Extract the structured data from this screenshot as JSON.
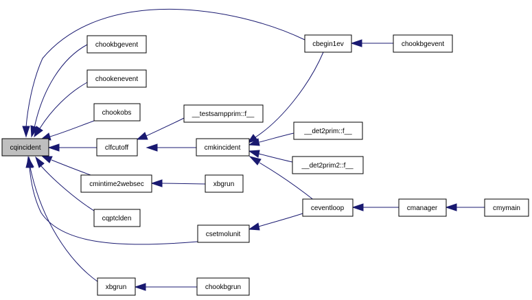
{
  "graph": {
    "edge_color": "#191970",
    "root_fill": "#bfbfbf",
    "nodes": {
      "cqincident": "cqincident",
      "chookbgevent_a": "chookbgevent",
      "chookenevent": "chookenevent",
      "chookobs": "chookobs",
      "clfcutoff": "clfcutoff",
      "cmintime2websec": "cmintime2websec",
      "cqptclden": "cqptclden",
      "xbgrun_a": "xbgrun",
      "testsampprim": "__testsampprim::f__",
      "cmkincident": "cmkincident",
      "csetmolunit": "csetmolunit",
      "xbgrun_b": "xbgrun",
      "chookbgrun": "chookbgrun",
      "cbegin1ev": "cbegin1ev",
      "det2prim": "__det2prim::f__",
      "det2prim2": "__det2prim2::f__",
      "ceventloop": "ceventloop",
      "chookbgevent_b": "chookbgevent",
      "cmanager": "cmanager",
      "cmymain": "cmymain"
    }
  }
}
